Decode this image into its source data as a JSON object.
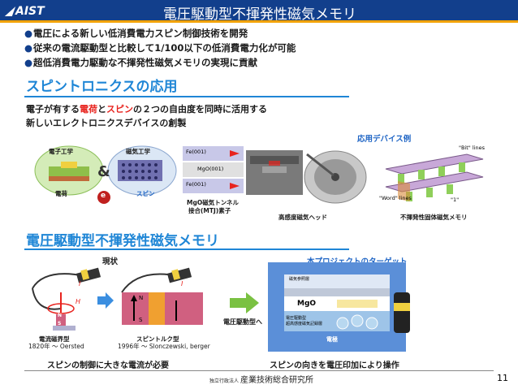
{
  "header": {
    "logo": "AIST",
    "title": "電圧駆動型不揮発性磁気メモリ"
  },
  "bullets": [
    "電圧による新しい低消費電力スピン制御技術を開発",
    "従来の電流駆動型と比較して1/100以下の低消費電力化が可能",
    "超低消費電力駆動な不揮発性磁気メモリの実現に貢献"
  ],
  "bullet_mark": "●",
  "section1": {
    "title": "スピントロニクスの応用",
    "desc_line1_a": "電子が有する",
    "desc_line1_charge": "電荷",
    "desc_line1_b": "と",
    "desc_line1_spin": "スピン",
    "desc_line1_c": "の２つの自由度を同時に活用する",
    "desc_line2": "新しいエレクトロニクスデバイスの創製",
    "app_label": "応用デバイス例",
    "diagram": {
      "electronics": "電子工学",
      "magnetics": "磁気工学",
      "and": "&",
      "charge": "電荷",
      "spin": "スピン",
      "electron": "e"
    },
    "mtj": {
      "top": "Fe(001)",
      "middle": "MgO(001)",
      "bottom": "Fe(001)",
      "caption1": "MgO磁気トンネル",
      "caption2": "接合(MTJ)素子"
    },
    "head_caption": "高感度磁気ヘッド",
    "mram": {
      "bit": "\"Bit\" lines",
      "word": "\"Word\" lines",
      "one": "\"1\"",
      "caption": "不揮発性固体磁気メモリ"
    }
  },
  "section2": {
    "title": "電圧駆動型不揮発性磁気メモリ",
    "current_label": "現状",
    "target_label": "本プロジェクトのターゲット",
    "oersted": {
      "name": "電流磁界型",
      "year": "1820年 〜 Oersted",
      "i": "I",
      "h": "H",
      "n": "N",
      "s": "S"
    },
    "slonczewski": {
      "name": "スピントルク型",
      "year": "1996年 〜 Slonczewski, berger",
      "i": "I",
      "n": "N",
      "s": "S"
    },
    "arrow_label": "電圧駆動型へ",
    "device": {
      "layer1": "磁気参照層",
      "mgo": "MgO",
      "layer2a": "電圧駆動型",
      "layer2b": "超高感度磁気記録層",
      "electrode": "電極"
    },
    "bottom_left": "スピンの制御に大きな電流が必要",
    "bottom_right": "スピンの向きを電圧印加により操作"
  },
  "footer": {
    "org_small": "独立行政法人",
    "org": "産業技術総合研究所",
    "page": "11"
  }
}
